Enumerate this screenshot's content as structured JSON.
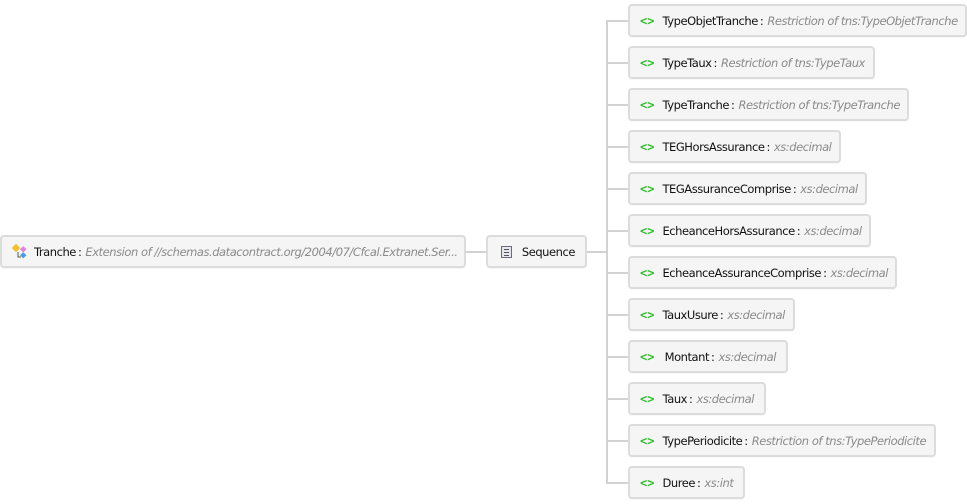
{
  "root": {
    "name": "Tranche",
    "separator": ":",
    "type": "Extension of  //schemas.datacontract.org/2004/07/Cfcal.Extranet.Ser...",
    "icon": "complex-type-extension-icon"
  },
  "compositor": {
    "label": "Sequence",
    "icon": "sequence-icon"
  },
  "elements": [
    {
      "name": "TypeObjetTranche",
      "type": "Restriction of tns:TypeObjetTranche"
    },
    {
      "name": "TypeTaux",
      "type": "Restriction of tns:TypeTaux"
    },
    {
      "name": "TypeTranche",
      "type": "Restriction of tns:TypeTranche"
    },
    {
      "name": "TEGHorsAssurance",
      "type": "xs:decimal"
    },
    {
      "name": "TEGAssuranceComprise",
      "type": "xs:decimal"
    },
    {
      "name": "EcheanceHorsAssurance",
      "type": "xs:decimal"
    },
    {
      "name": "EcheanceAssuranceComprise",
      "type": "xs:decimal"
    },
    {
      "name": "TauxUsure",
      "type": "xs:decimal"
    },
    {
      "name": "Montant",
      "type": "xs:decimal"
    },
    {
      "name": "Taux",
      "type": "xs:decimal"
    },
    {
      "name": "TypePeriodicite",
      "type": "Restriction of tns:TypePeriodicite"
    },
    {
      "name": "Duree",
      "type": "xs:int"
    }
  ],
  "element_icon_glyph": "<>",
  "colors": {
    "element_icon": "#2dbd2d",
    "type_text": "#8a8a8a",
    "node_border": "#dcdcdc",
    "node_bg": "#f5f5f5",
    "connector": "#d2d2d2"
  }
}
